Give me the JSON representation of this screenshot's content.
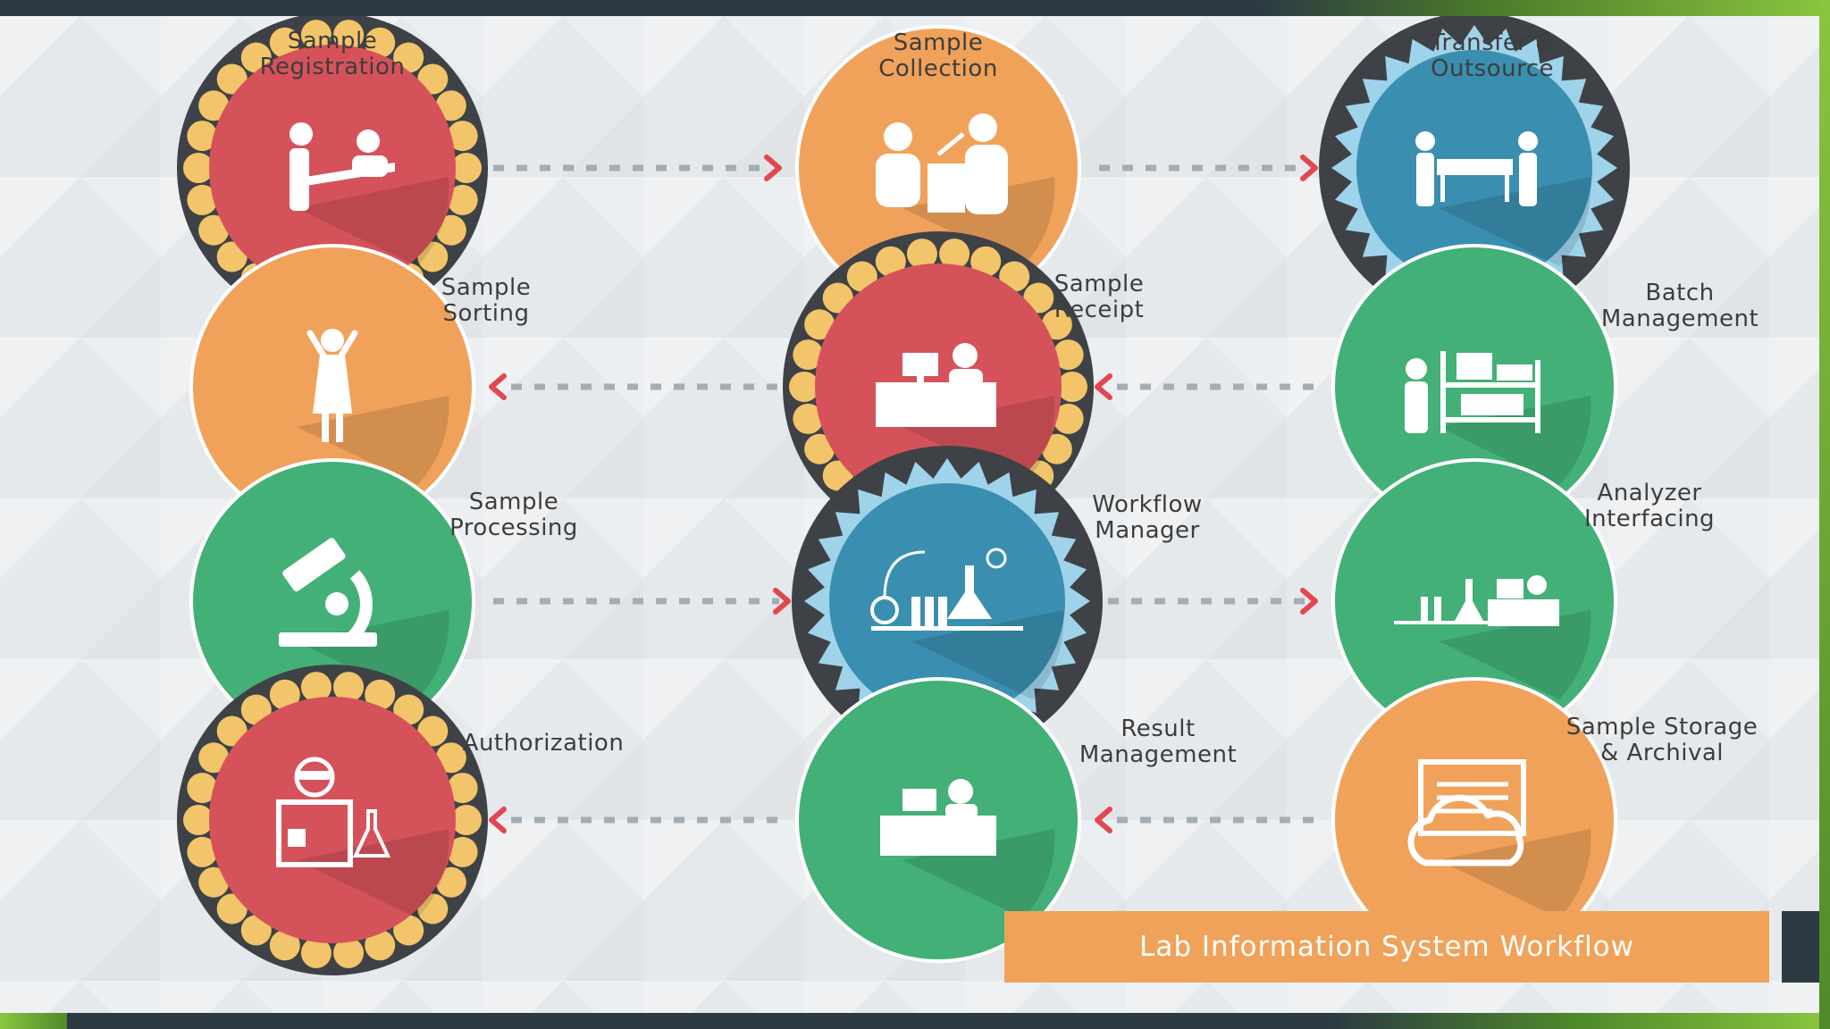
{
  "colors": {
    "red": "#d6525a",
    "orange": "#f0a25a",
    "blue": "#3a8fb0",
    "green": "#43b077",
    "dark_ring": "#3e4247",
    "scallop": "#f2c56a",
    "star": "#9fd3ea",
    "arrow": "#e2474f",
    "dots": "#a3adb5"
  },
  "steps": [
    {
      "id": "sample-registration",
      "label": "Sample\nRegistration",
      "color": "red",
      "ring": "scallop",
      "icon": "reception-desk-icon"
    },
    {
      "id": "sample-collection",
      "label": "Sample\nCollection",
      "color": "orange",
      "ring": "plain",
      "icon": "phlebotomist-icon"
    },
    {
      "id": "transfer-outsource",
      "label": "Transfer &\nOutsource",
      "color": "blue",
      "ring": "star",
      "icon": "courier-transfer-icon"
    },
    {
      "id": "batch-management",
      "label": "Batch\nManagement",
      "color": "green",
      "ring": "plain",
      "icon": "rack-storage-icon"
    },
    {
      "id": "sample-receipt",
      "label": "Sample\nReceipt",
      "color": "red",
      "ring": "scallop",
      "icon": "receipt-desk-icon"
    },
    {
      "id": "sample-sorting",
      "label": "Sample\nSorting",
      "color": "orange",
      "ring": "plain",
      "icon": "person-sorting-icon"
    },
    {
      "id": "sample-processing",
      "label": "Sample\nProcessing",
      "color": "green",
      "ring": "plain",
      "icon": "microscope-icon"
    },
    {
      "id": "workflow-manager",
      "label": "Workflow\nManager",
      "color": "blue",
      "ring": "star",
      "icon": "lab-glassware-icon"
    },
    {
      "id": "analyzer-interfacing",
      "label": "Analyzer\nInterfacing",
      "color": "green",
      "ring": "plain",
      "icon": "analyzer-computer-icon"
    },
    {
      "id": "sample-storage-archival",
      "label": "Sample Storage\n& Archival",
      "color": "orange",
      "ring": "plain",
      "icon": "cloud-document-icon"
    },
    {
      "id": "result-management",
      "label": "Result\nManagement",
      "color": "green",
      "ring": "plain",
      "icon": "computer-workstation-icon"
    },
    {
      "id": "authorization",
      "label": "Authorization",
      "color": "red",
      "ring": "scallop",
      "icon": "scientist-icon"
    }
  ],
  "connections": [
    {
      "from": "sample-registration",
      "to": "sample-collection"
    },
    {
      "from": "sample-collection",
      "to": "transfer-outsource"
    },
    {
      "from": "transfer-outsource",
      "to": "batch-management"
    },
    {
      "from": "batch-management",
      "to": "sample-receipt"
    },
    {
      "from": "sample-receipt",
      "to": "sample-sorting"
    },
    {
      "from": "sample-sorting",
      "to": "sample-processing"
    },
    {
      "from": "sample-processing",
      "to": "workflow-manager"
    },
    {
      "from": "workflow-manager",
      "to": "analyzer-interfacing"
    },
    {
      "from": "analyzer-interfacing",
      "to": "sample-storage-archival"
    },
    {
      "from": "sample-storage-archival",
      "to": "result-management"
    },
    {
      "from": "result-management",
      "to": "authorization"
    }
  ],
  "banner": {
    "title": "Lab Information System Workflow"
  }
}
